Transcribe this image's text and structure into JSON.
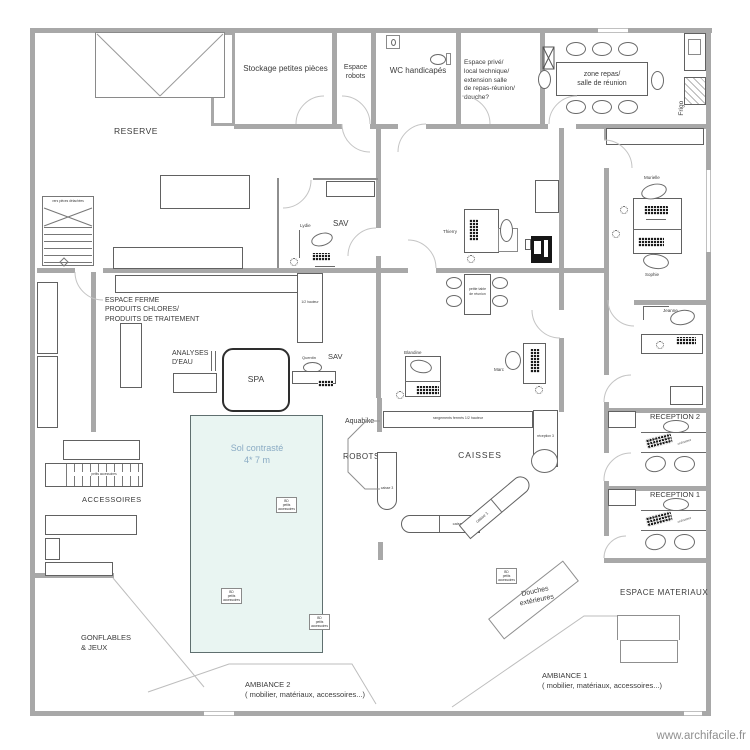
{
  "t": {
    "reserve": "RESERVE",
    "stairs_note": "vers pièces détachées",
    "stockage": "Stockage petites pièces",
    "espace_robots": "Espace\nrobots",
    "wc": "WC handicapés",
    "espace_prive": "Espace privé/\nlocal technique/\nextension salle\nde repas-réunion/\ndouche?",
    "zone_repas": "zone repas/\nsalle de réunion",
    "frigo": "Frigo",
    "sav": "SAV",
    "sav2": "SAV",
    "lydie": "Lydie",
    "thierry": "Thierry",
    "murielle": "Murielle",
    "sophie": "Sophie",
    "jeanne": "Jeanne",
    "blandine": "Blandine",
    "marc": "Marc",
    "quentin": "Quentin",
    "espace_ferme": "ESPACE FERME\nPRODUITS CHLORES/\nPRODUITS DE TRAITEMENT",
    "demi": "1/2 hauteur",
    "analyses": "ANALYSES\nD'EAU",
    "spa": "SPA",
    "petite_table": "petite table\nde réunion",
    "sol": "Sol contrasté\n4* 7 m",
    "aquabike": "Aquabike",
    "robots": "ROBOTS",
    "caisses": "CAISSES",
    "rangements": "rangements fermés 1/2 hauteur",
    "caisse1": "caisse 1",
    "caisse2": "caisse 2",
    "caisse3": "caisse 3",
    "reception3": "réception 3",
    "reception2": "RECEPTION 2",
    "reception1": "RECEPTION 1",
    "ordinateur": "ordinateur",
    "accessoires": "ACCESSOIRES",
    "accessoires_note": "petits accessoires",
    "gonflables": "GONFLABLES\n& JEUX",
    "espace_materiaux": "ESPACE MATERIAUX",
    "ambiance1": "AMBIANCE 1\n( mobilier, matériaux, accessoires...)",
    "ambiance2": "AMBIANCE 2\n( mobilier, matériaux, accessoires...)",
    "douches": "Douches\nextérieures",
    "mini": "BD\npetits\naccessoires",
    "watermark": "www.archifacile.fr"
  },
  "colors": {
    "wall": "#a8a8a8",
    "outline": "#616161",
    "pool_fill": "#e9f5f2",
    "pool_text": "#8aabc4",
    "watermark": "#8f8f8f"
  }
}
